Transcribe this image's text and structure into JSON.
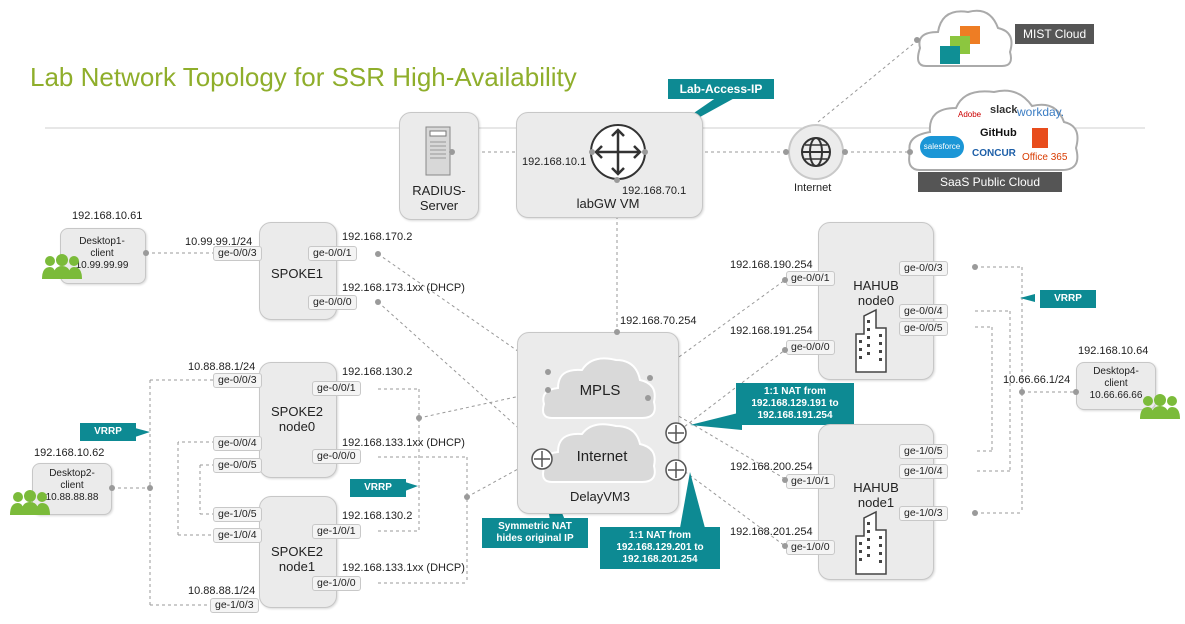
{
  "title": "Lab Network Topology for SSR High-Availability",
  "colors": {
    "title": "#8fae2b",
    "callout": "#0d8a93",
    "dark_label": "#555555",
    "box": "#ebebeb"
  },
  "mist_cloud": "MIST Cloud",
  "saas_cloud": "SaaS Public Cloud",
  "saas_apps": [
    "Adobe",
    "slack",
    "workday.",
    "GitHub",
    "salesforce",
    "CONCUR",
    "Office 365"
  ],
  "internet_icon_label": "Internet",
  "lab_access_ip": "Lab-Access-IP",
  "radius": {
    "line1": "RADIUS-",
    "line2": "Server"
  },
  "labgw": {
    "name": "labGW VM",
    "ip_left": "192.168.10.1",
    "ip_bottom": "192.168.70.1"
  },
  "delay": {
    "name": "DelayVM3",
    "mpls": "MPLS",
    "internet": "Internet",
    "ip_top": "192.168.70.254"
  },
  "desktop1": {
    "ip": "192.168.10.61",
    "name1": "Desktop1-",
    "name2": "client",
    "addr": "10.99.99.99"
  },
  "desktop2": {
    "ip": "192.168.10.62",
    "name1": "Desktop2-",
    "name2": "client",
    "addr": "10.88.88.88"
  },
  "desktop4": {
    "ip": "192.168.10.64",
    "name1": "Desktop4-",
    "name2": "client",
    "addr": "10.66.66.66"
  },
  "spoke1": {
    "name": "SPOKE1",
    "p_lan": "ge-0/0/3",
    "p_mpls": "ge-0/0/1",
    "p_inet": "ge-0/0/0",
    "lan_ip": "10.99.99.1/24",
    "mpls_ip": "192.168.170.2",
    "inet_ip": "192.168.173.1xx (DHCP)"
  },
  "spoke2n0": {
    "name1": "SPOKE2",
    "name2": "node0",
    "p_lan": "ge-0/0/3",
    "p_mpls": "ge-0/0/1",
    "p_f1": "ge-0/0/4",
    "p_f2": "ge-0/0/5",
    "p_inet": "ge-0/0/0",
    "lan_ip": "10.88.88.1/24",
    "mpls_ip": "192.168.130.2",
    "inet_ip": "192.168.133.1xx (DHCP)"
  },
  "spoke2n1": {
    "name1": "SPOKE2",
    "name2": "node1",
    "p_f1": "ge-1/0/5",
    "p_f2": "ge-1/0/4",
    "p_mpls": "ge-1/0/1",
    "p_inet": "ge-1/0/0",
    "p_lan": "ge-1/0/3",
    "lan_ip": "10.88.88.1/24",
    "mpls_ip": "192.168.130.2",
    "inet_ip": "192.168.133.1xx (DHCP)"
  },
  "hahub0": {
    "name1": "HAHUB",
    "name2": "node0",
    "p_mpls": "ge-0/0/1",
    "p_inet": "ge-0/0/0",
    "p_lan": "ge-0/0/3",
    "p_f1": "ge-0/0/4",
    "p_f2": "ge-0/0/5",
    "mpls_ip": "192.168.190.254",
    "inet_ip": "192.168.191.254"
  },
  "hahub1": {
    "name1": "HAHUB",
    "name2": "node1",
    "p_mpls": "ge-1/0/1",
    "p_inet": "ge-1/0/0",
    "p_f1": "ge-1/0/5",
    "p_f2": "ge-1/0/4",
    "p_lan": "ge-1/0/3",
    "mpls_ip": "192.168.200.254",
    "inet_ip": "192.168.201.254"
  },
  "hub_lan_ip": "10.66.66.1/24",
  "vrrp": "VRRP",
  "nat_hub0": "1:1 NAT from 192.168.129.191 to 192.168.191.254",
  "nat_hub1": "1:1 NAT from 192.168.129.201 to 192.168.201.254",
  "nat_symmetric": "Symmetric NAT hides original IP"
}
